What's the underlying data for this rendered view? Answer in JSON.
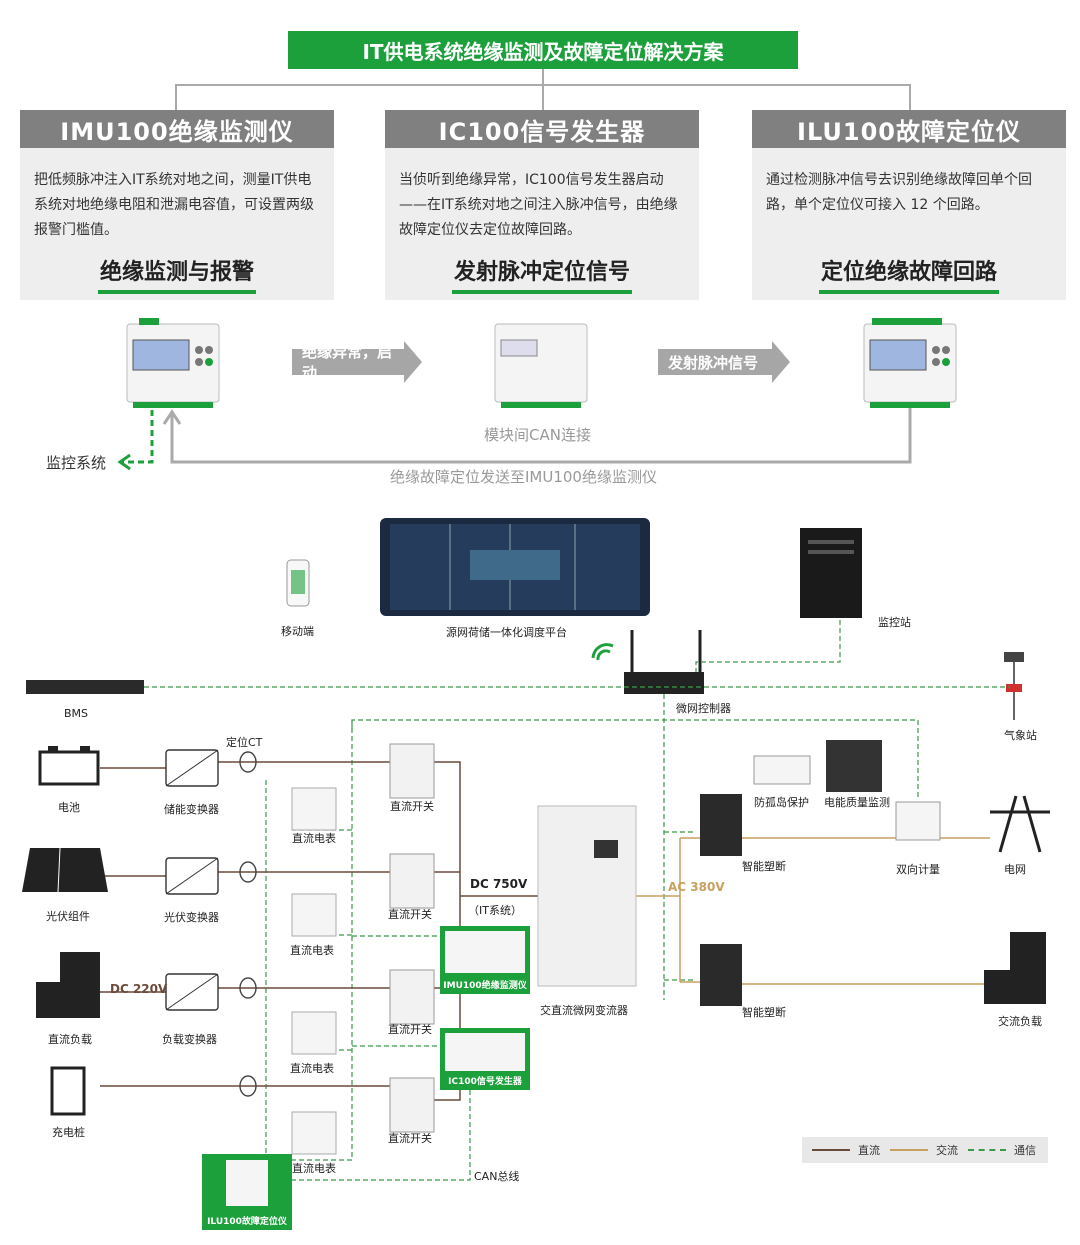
{
  "title": "IT供电系统绝缘监测及故障定位解决方案",
  "cards": [
    {
      "head": "IMU100绝缘监测仪",
      "body": "把低频脉冲注入IT系统对地之间，测量IT供电系统对地绝缘电阻和泄漏电容值，可设置两级报警门槛值。",
      "sub": "绝缘监测与报警"
    },
    {
      "head": "IC100信号发生器",
      "body": "当侦听到绝缘异常，IC100信号发生器启动——在IT系统对地之间注入脉冲信号，由绝缘故障定位仪去定位故障回路。",
      "sub": "发射脉冲定位信号"
    },
    {
      "head": "ILU100故障定位仪",
      "body": "通过检测脉冲信号去识别绝缘故障回单个回路，单个定位仪可接入 12 个回路。",
      "sub": "定位绝缘故障回路"
    }
  ],
  "arrows": {
    "a1": "绝缘异常，启动",
    "a2": "发射脉冲信号"
  },
  "top_labels": {
    "monitor": "监控系统",
    "can": "模块间CAN连接",
    "feedback": "绝缘故障定位发送至IMU100绝缘监测仪"
  },
  "diagram": {
    "mobile": "移动端",
    "platform": "源网荷储一体化调度平台",
    "station": "监控站",
    "bms": "BMS",
    "controller": "微网控制器",
    "weather": "气象站",
    "ct": "定位CT",
    "battery": "电池",
    "storage_conv": "储能变换器",
    "pv": "光伏组件",
    "pv_conv": "光伏变换器",
    "dc_load": "直流负载",
    "load_conv": "负载变换器",
    "dc220": "DC 220V",
    "charger": "充电桩",
    "dc_switch": "直流开关",
    "dc_meter": "直流电表",
    "dc750": "DC 750V",
    "it_system": "（IT系统）",
    "imu_cap": "IMU100绝缘监测仪",
    "ic_cap": "IC100信号发生器",
    "ilu_cap": "ILU100故障定位仪",
    "can_bus": "CAN总线",
    "converter": "交直流微网变流器",
    "ac380": "AC 380V",
    "breaker": "智能塑断",
    "anti_island": "防孤岛保护",
    "pq_monitor": "电能质量监测",
    "bi_meter": "双向计量",
    "grid": "电网",
    "ac_load": "交流负载"
  },
  "legend": {
    "dc": "直流",
    "ac": "交流",
    "comm": "通信"
  },
  "colors": {
    "green": "#1ca03c",
    "gray": "#808080",
    "dc_line": "#6b4a3a",
    "ac_line": "#c8a060",
    "comm_line": "#3a9a4a"
  }
}
